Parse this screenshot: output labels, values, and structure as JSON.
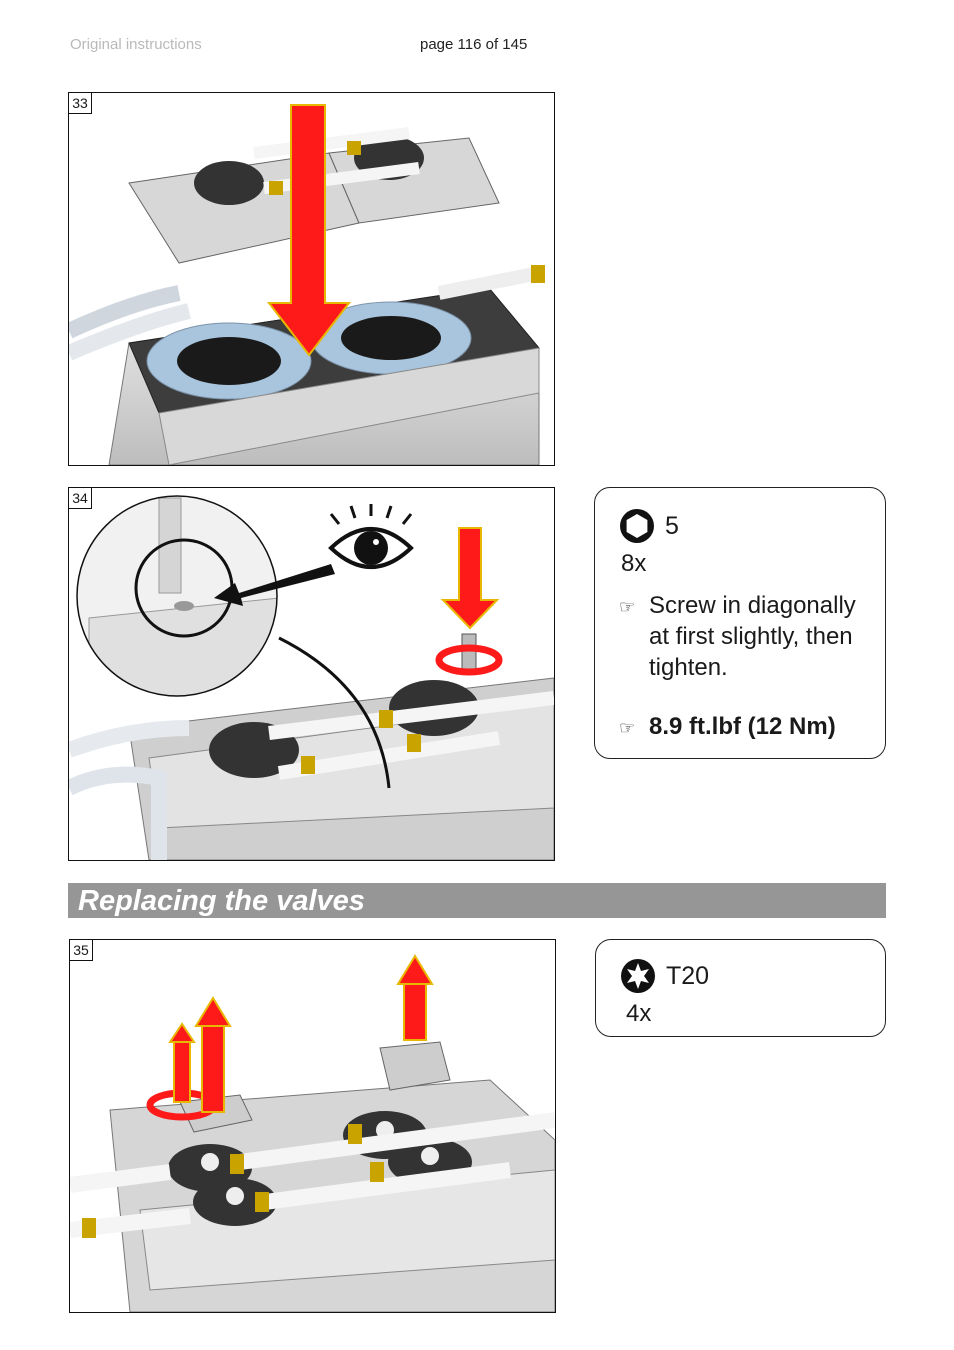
{
  "header": {
    "left": "Original instructions",
    "page": "page 116 of 145"
  },
  "figures": [
    {
      "number": "33"
    },
    {
      "number": "34"
    },
    {
      "number": "35"
    }
  ],
  "info_box_1": {
    "tool_icon": "hex-socket-icon",
    "tool_size": "5",
    "quantity": "8x",
    "steps": [
      {
        "lines": [
          "Screw in diagonally",
          "at first slightly, then",
          "tighten."
        ]
      },
      {
        "lines": [
          "8.9 ft.lbf (12 Nm)"
        ]
      }
    ]
  },
  "section": {
    "title": "Replacing the valves"
  },
  "info_box_2": {
    "tool_icon": "torx-icon",
    "tool_size": "T20",
    "quantity": "4x"
  },
  "colors": {
    "arrow_red": "#ff1a1a",
    "arrow_outline": "#e8b800",
    "section_bar": "#969696",
    "gasket_blue": "#a9c4dd",
    "metal_grey": "#d7d7d7",
    "dark_part": "#333333",
    "brass": "#c9a400"
  }
}
